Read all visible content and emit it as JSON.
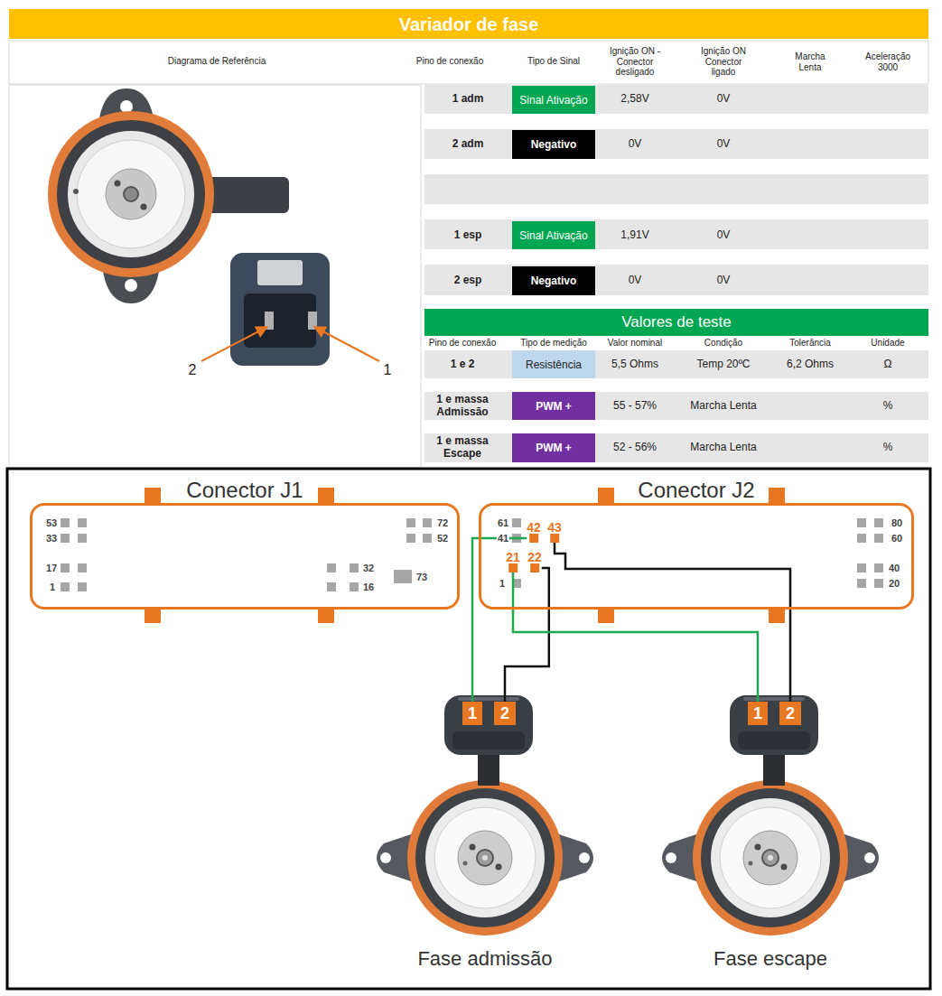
{
  "diagram": {
    "title": "Variador de fase",
    "nodes": [
      {
        "text": [
          "Sinal Ativação"
        ]
      },
      {
        "text": [
          "Negativo"
        ]
      },
      {
        "text": [
          "Sinal Ativação"
        ]
      },
      {
        "text": [
          "Negativo"
        ]
      },
      {
        "text": [
          "Valores de teste"
        ]
      },
      {
        "text": [
          "Resistência"
        ]
      },
      {
        "text": [
          "PWM +"
        ]
      },
      {
        "text": [
          "PWM +"
        ]
      },
      {
        "text": [
          "Conector J1"
        ]
      },
      {
        "text": [
          "Conector J2"
        ]
      },
      {
        "text": [
          "42"
        ],
        "in": 9
      },
      {
        "text": [
          "43"
        ],
        "in": 9
      },
      {
        "text": [
          "21"
        ],
        "in": 9
      },
      {
        "text": [
          "22"
        ],
        "in": 9
      },
      {
        "text": [
          "1"
        ]
      },
      {
        "text": [
          "2"
        ]
      },
      {
        "text": [
          "1"
        ]
      },
      {
        "text": [
          "2"
        ]
      }
    ],
    "edges": [
      {
        "from": 10,
        "to": 14,
        "arrow": "none"
      },
      {
        "from": 13,
        "to": 15,
        "arrow": "none"
      },
      {
        "from": 12,
        "to": 16,
        "arrow": "none"
      },
      {
        "from": 11,
        "to": 17,
        "arrow": "none"
      }
    ],
    "labels": [
      "Diagrama de Referência",
      "Pino de conexão",
      "Tipo de Sinal",
      "Ignição ON - Conector desligado",
      "Ignição ON Conector ligado",
      "Marcha Lenta",
      "Aceleração 3000",
      "1 adm",
      "2,58V",
      "0V",
      "2 adm",
      "0V",
      "0V",
      "1 esp",
      "1,91V",
      "0V",
      "2 esp",
      "0V",
      "0V",
      "Pino de conexão",
      "Tipo de medição",
      "Valor nominal",
      "Condição",
      "Tolerância",
      "Unidade",
      "1 e 2",
      "5,5 Ohms",
      "Temp 20ºC",
      "6,2 Ohms",
      "Ω",
      "1 e massa Admissão",
      "55 - 57%",
      "Marcha Lenta",
      "%",
      "1 e massa Escape",
      "52 - 56%",
      "Marcha Lenta",
      "%",
      "2",
      "1",
      "53",
      "33",
      "17",
      "1",
      "72",
      "52",
      "32",
      "16",
      "73",
      "61",
      "41",
      "1",
      "80",
      "60",
      "40",
      "20",
      "Fase admissão",
      "Fase escape"
    ]
  }
}
